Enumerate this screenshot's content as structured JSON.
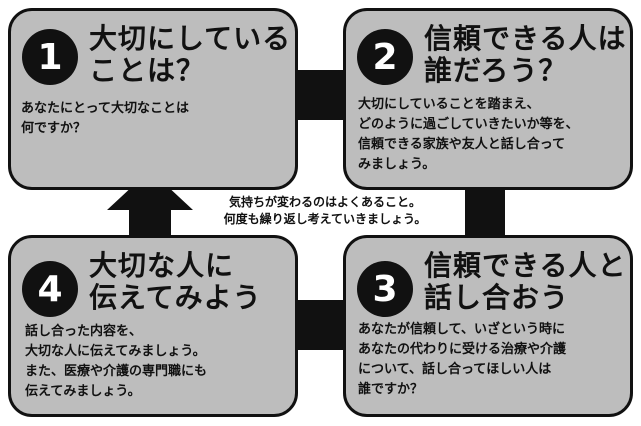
{
  "steps": [
    {
      "number": "1",
      "title": "大切にしている\nことは？",
      "description": "あなたにとって大切なことは\n何ですか？"
    },
    {
      "number": "2",
      "title": "信頼できる人は\n誰だろう？",
      "description": "大切にしていることを踏まえ、\nどのように過ごしていきたいか等を、\n信頼できる家族や友人と話し合って\nみましょう。"
    },
    {
      "number": "3",
      "title": "信頼できる人と\n話し合おう",
      "description": "あなたが信頼して、いざという時に\nあなたの代わりに受ける治療や介護\nについて、話し合ってほしい人は\n誰ですか？"
    },
    {
      "number": "4",
      "title": "大切な人に\n伝えてみよう",
      "description": "話し合った内容を、\n大切な人に伝えてみましょう。\nまた、医療や介護の専門職にも\n伝えてみましょう。"
    }
  ],
  "center_note": "気持ちが変わるのはよくあること。\n何度も繰り返し考えていきましょう。",
  "colors": {
    "box_fill": "#bdbdbd",
    "border": "#111111",
    "badge": "#111111"
  }
}
